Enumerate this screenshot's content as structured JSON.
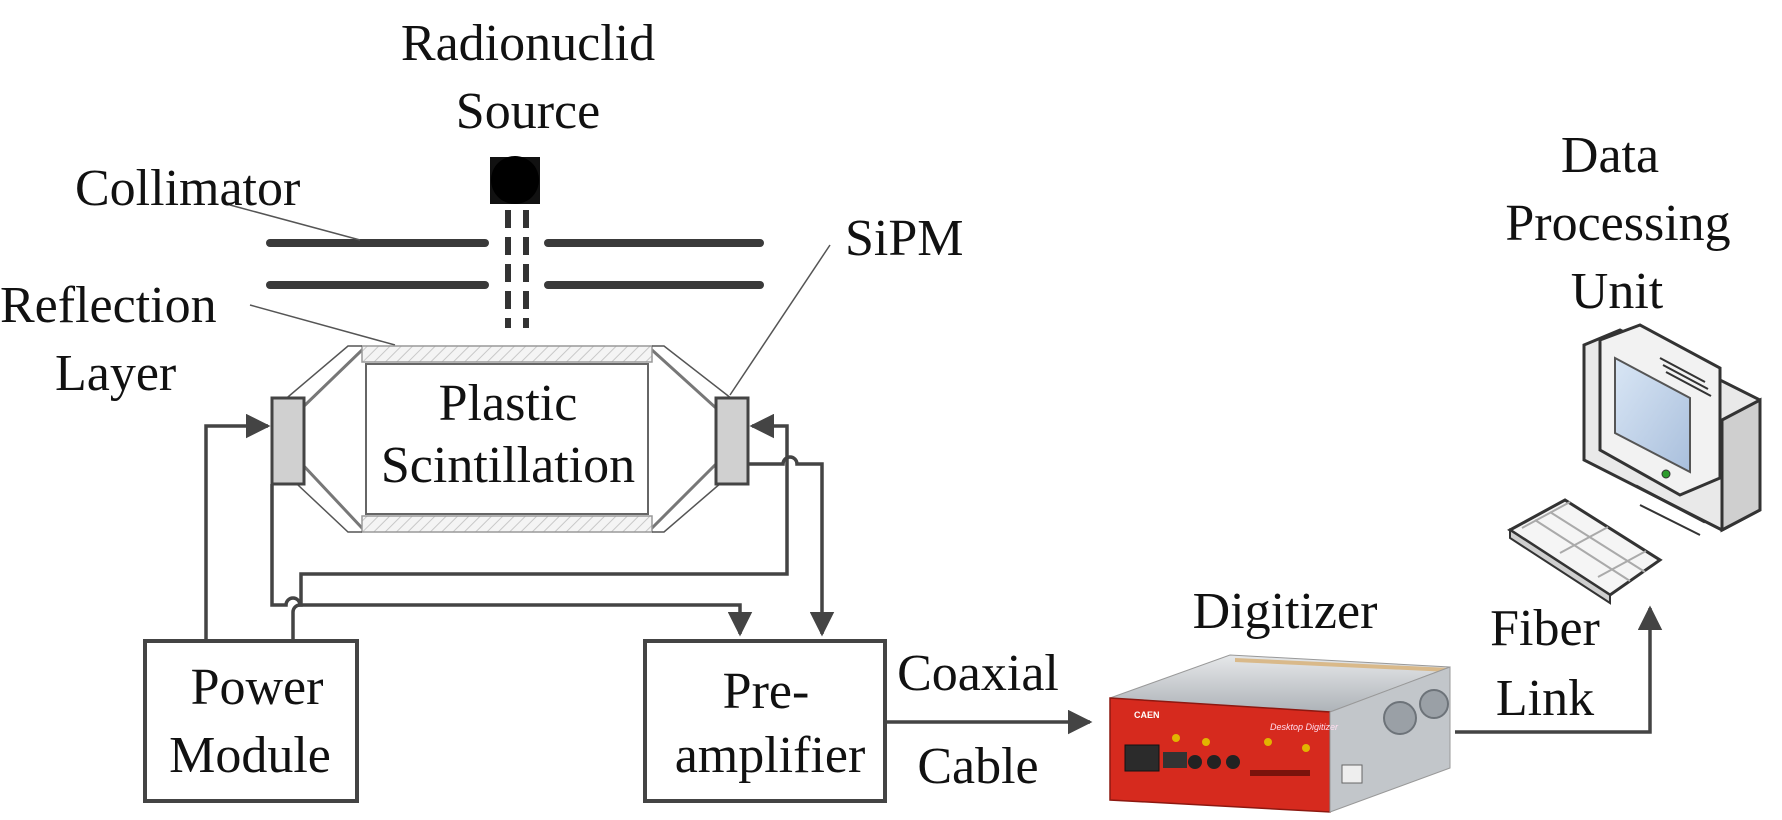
{
  "labels": {
    "source": [
      "Radionuclid",
      "Source"
    ],
    "collimator": "Collimator",
    "sipm": "SiPM",
    "reflection": [
      "Reflection",
      "Layer"
    ],
    "scintillator": [
      "Plastic",
      "Scintillation"
    ],
    "processing_unit": [
      "Data",
      "Processing",
      "Unit"
    ],
    "digitizer": "Digitizer",
    "fiber": [
      "Fiber",
      "Link"
    ],
    "coax": [
      "Coaxial",
      "Cable"
    ],
    "power_module": [
      "Power",
      "Module"
    ],
    "preamp": [
      "Pre-",
      "amplifier"
    ]
  },
  "digitizer_panel": {
    "brand": "CAEN",
    "model": "Desktop Digitizer"
  },
  "colors": {
    "digitizer_front": "#d62a1e",
    "digitizer_body": "#c9cccf",
    "sipm_fill": "#d0d0d0",
    "line": "#444444"
  }
}
